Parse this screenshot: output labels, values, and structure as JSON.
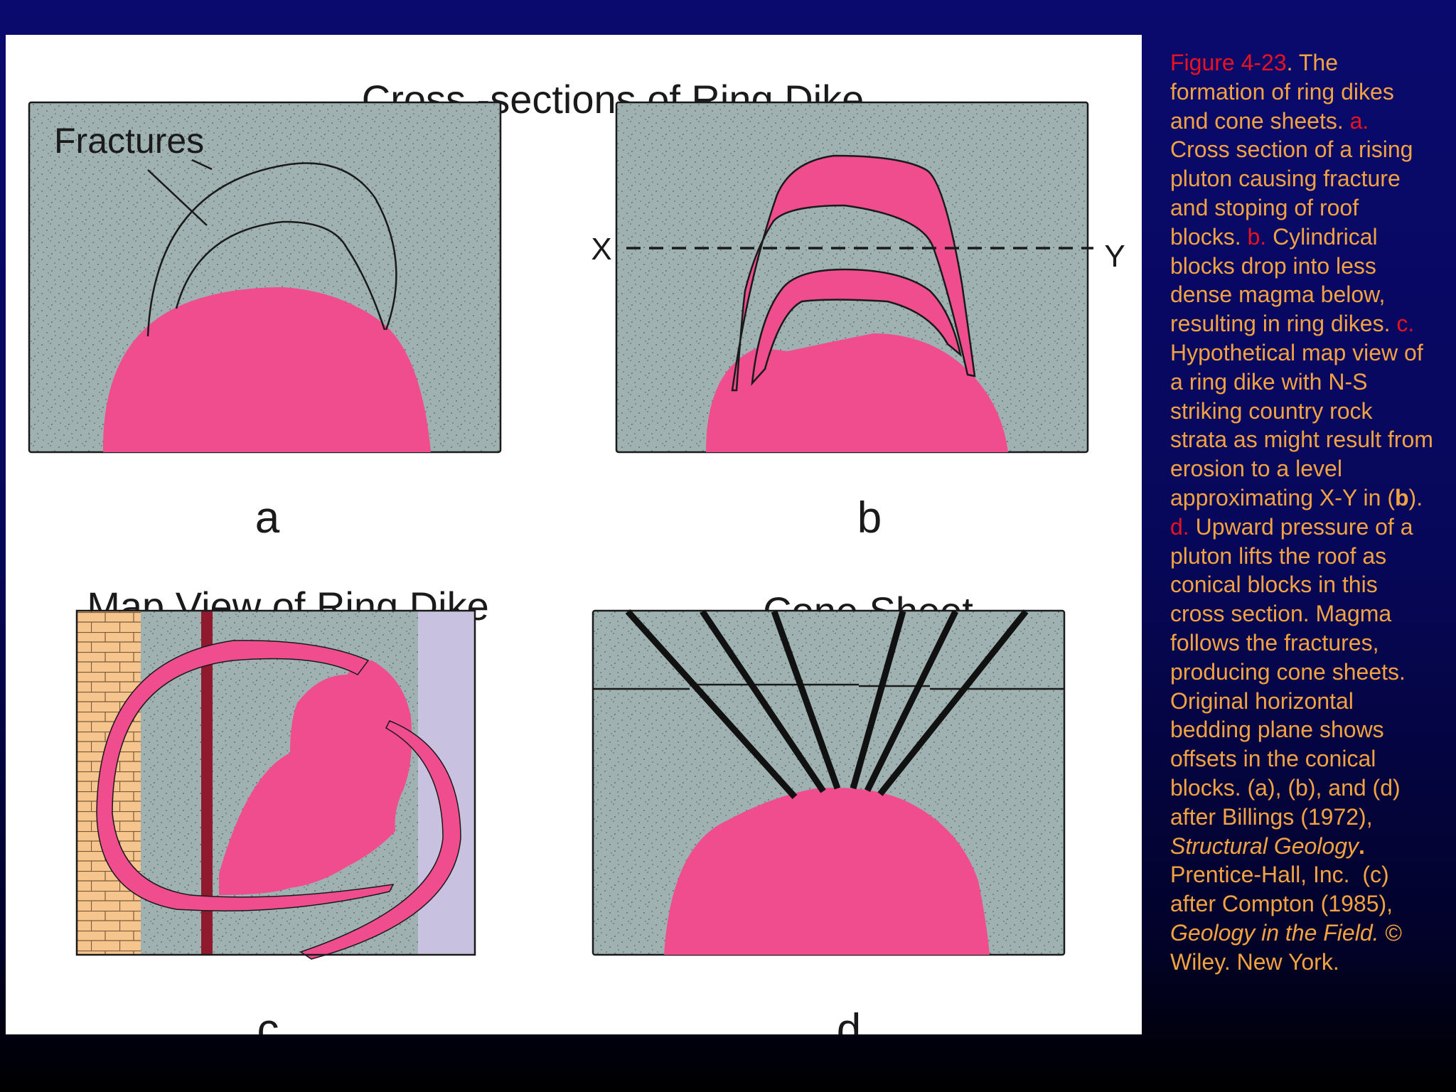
{
  "figure": {
    "title": "Cross -sections of Ring Dike",
    "fractures_label": "Fractures",
    "panel_a_label": "a",
    "panel_b_label": "b",
    "panel_c_label": "c",
    "panel_d_label": "d",
    "x_label": "X",
    "y_label": "Y",
    "map_view_title": "Map View of Ring Dike",
    "cone_sheet_title": "Cone Sheet",
    "colors": {
      "country_rock": "#9fb1b0",
      "magma": "#f04d8f",
      "limestone": "#f6c58d",
      "lavender_stratum": "#c8c2e0",
      "dark_dike": "#8f1a2e",
      "outline": "#1a1a1a"
    }
  },
  "caption": {
    "figure_ref": "Figure 4-23",
    "intro": ". The formation of ring dikes and cone sheets. ",
    "a_marker": "a.",
    "a_text": " Cross section of a rising pluton causing fracture and stoping of roof blocks. ",
    "b_marker": "b.",
    "b_text": " Cylindrical blocks drop into less dense magma below, resulting in ring dikes. ",
    "c_marker": "c.",
    "c_text_1": " Hypothetical map view of a ring dike with N-S striking country rock strata as might result from erosion to a level approximating X-Y in (",
    "c_ref_b": "b",
    "c_text_2": ").    ",
    "d_marker": "d.",
    "d_text": " Upward pressure of a pluton lifts the roof as conical blocks in this cross section. Magma follows the fractures, producing cone sheets. Original horizontal bedding plane shows offsets in the conical blocks. (a), (b), and (d) after Billings (1972), ",
    "book_1": "Structural Geology",
    "period": ".",
    "publisher_1": " Prentice-Hall, Inc.  (c) after Compton (1985), ",
    "book_2": "Geology in the Field.",
    "publisher_2": " © Wiley. New York."
  }
}
